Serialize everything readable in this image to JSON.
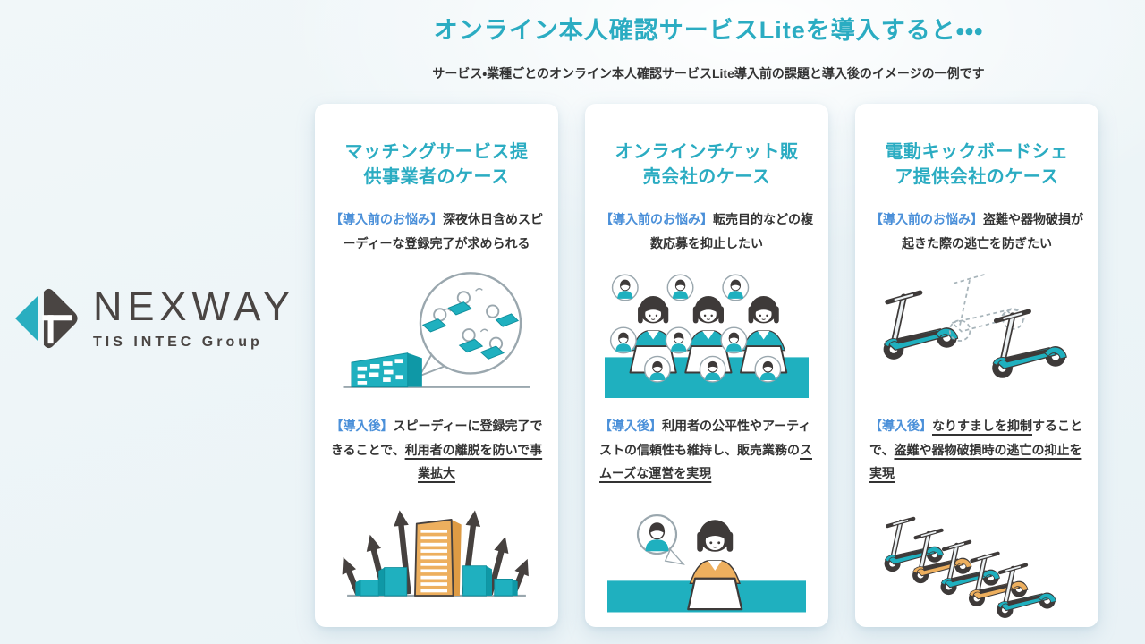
{
  "page": {
    "title": "オンライン本人確認サービスLiteを導入すると・・・",
    "subtitle": "サービス・業種ごとのオンライン本人確認サービスLite導入前の課題と導入後のイメージの一例です"
  },
  "logo": {
    "name": "NEXWAY",
    "group": "TIS INTEC Group",
    "mark": "nexway-diamond-mark"
  },
  "colors": {
    "accent_teal": "#2BACC2",
    "label_blue": "#4B90D9",
    "text_dark": "#333333",
    "page_bg": "#EDF5F8",
    "card_bg": "#FFFFFF",
    "illustration_teal": "#1FB0BF",
    "illustration_orange": "#EDAF5E",
    "illustration_dark": "#3E3A39",
    "logo_gray": "#4A4543"
  },
  "cards": [
    {
      "title": "マッチングサービス提供事業者のケース",
      "before_label": "【導入前のお悩み】",
      "before_text": "深夜休日含めスピーディーな登録完了が求められる",
      "after_label": "【導入後】",
      "after_segments": [
        {
          "text": "スピーディーに登録完了できることで、",
          "underline": false
        },
        {
          "text": "利用者の離脱を防いで事業拡大",
          "underline": true
        }
      ],
      "illustrations": {
        "before": "office-building-chat-users-illustration",
        "after": "growth-arrows-buildings-illustration"
      }
    },
    {
      "title": "オンラインチケット販売会社のケース",
      "before_label": "【導入前のお悩み】",
      "before_text": "転売目的などの複数応募を抑止したい",
      "after_label": "【導入後】",
      "after_segments": [
        {
          "text": "利用者の公平性やアーティストの信頼性も維持し、販売業務の",
          "underline": false
        },
        {
          "text": "スムーズな運営を実現",
          "underline": true
        }
      ],
      "illustrations": {
        "before": "duplicate-applicants-illustration",
        "after": "verified-single-user-illustration"
      }
    },
    {
      "title": "電動キックボードシェア提供会社のケース",
      "before_label": "【導入前のお悩み】",
      "before_text": "盗難や器物破損が起きた際の逃亡を防ぎたい",
      "after_label": "【導入後】",
      "after_segments": [
        {
          "text": "なりすましを抑制",
          "underline": true
        },
        {
          "text": "することで、",
          "underline": false
        },
        {
          "text": "盗難や器物破損時の逃亡の抑止を実現",
          "underline": true
        }
      ],
      "illustrations": {
        "before": "missing-scooter-illustration",
        "after": "scooter-fleet-illustration"
      }
    }
  ]
}
